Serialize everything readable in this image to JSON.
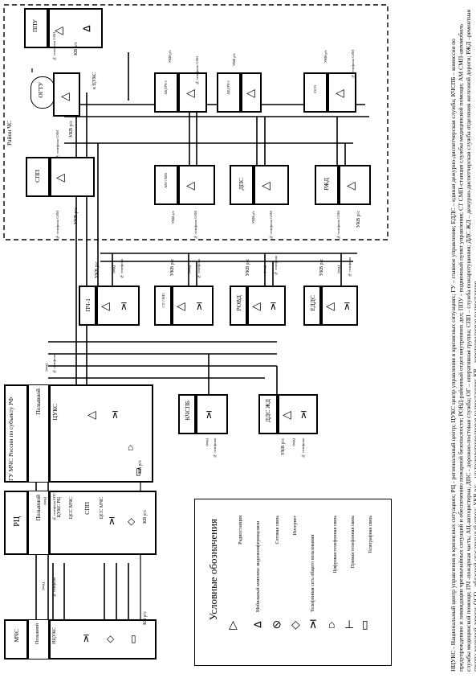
{
  "region": {
    "label": "Район ЧС"
  },
  "units": {
    "ppu": "ППУ",
    "ogtu": "ОГТУ",
    "spp_top": "СПП",
    "ac_pch1": "АЦ ПЧ-1",
    "ac_pch2": "АЦ ПЧ-1",
    "oso": "ОСО",
    "am_smp": "АМ СМП",
    "dps": "ДПС",
    "rzhd": "РЖД",
    "pch1": "ПЧ-1",
    "st_smp": "СТ СМП",
    "rovd": "РОВД",
    "edds": "ЕДДС",
    "kchspb": "КЧСПБ",
    "dds_zhd": "ДДС ЖД",
    "gu_mchs": "ГУ МЧС России по субъекту РФ",
    "gu_call": "Позывной",
    "gu_tsuks": "ЦУКС",
    "rc": "РЦ",
    "rc_call": "Позывной",
    "rc_tsuks": "ЦУКС РЦ",
    "rc_spp": "СПП",
    "mchs": "МЧС",
    "mchs_call": "Позывной",
    "mchs_ntsuks": "НЦУКС"
  },
  "labels": {
    "kv_rs": "КВ р/с",
    "ukv_rs": "УКВ р/с",
    "phone_gsm": "№ телефона GSM",
    "phone_code": "(код)",
    "phone_num": "№ телефона",
    "k_tsuks": "к ЦУКС",
    "phone_mts": "№ телефона МТС",
    "tss_mchs": "ЦСС МЧС",
    "code": "(код)"
  },
  "legend": {
    "title": "Условные обозначения",
    "items": [
      "Радиостанция",
      "Мобильный комплекс видеоконференцсвязи",
      "Сотовая связь",
      "Интернет",
      "Телефонная сеть общего пользования",
      "Цифровая телефонная связь",
      "Прямая телефонная связь",
      "Телеграфная связь"
    ]
  },
  "footnote": "НЦУКС - Национальный центр управления в кризисных ситуациях; РЦ - региональный центр; ЦУКС центр управления в кризисных ситуациях; ГУ – главное управление; ЕДДС – единая дежурно-диспетчерская служба; КЧСПБ – комиссия по предупреждению и ликвидации чрезвычайных ситуаций и обеспечению пожарной безопасности; РОВД-районный отдел внутренних дел; ППУ - подвижный пункт управления; СТ СМП-станция службы медицинской помощи; АМ СМП-автомобиль службы медицинской помощи; ПЧ -пожарная часть; АЦ-автоцистерна; ДПС - дорожно-постовая служба; ОГ – оперативная группа; СПП – служба пожаротушения; ДДС ЖД – дежурно-диспетчерская служба отделения железной дороги; РЖД –ремонтная группа железной дороги; ОСО - обласной спасательный отряд; УКВ р/с – ультракоротковолновая радиостанция; КВ – коротковолновая радиостанция."
}
